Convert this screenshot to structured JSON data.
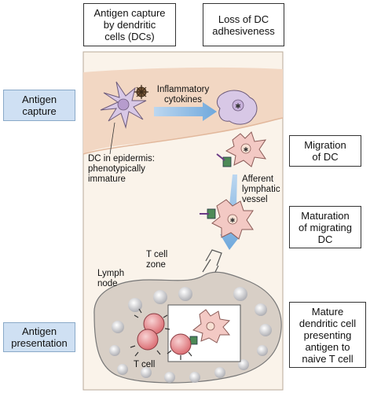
{
  "boxes": {
    "capture_by_dc": [
      "Antigen capture",
      "by dendritic",
      "cells (DCs)"
    ],
    "loss_adhesiveness": [
      "Loss of DC",
      "adhesiveness"
    ],
    "antigen_capture": [
      "Antigen",
      "capture"
    ],
    "migration": [
      "Migration",
      "of DC"
    ],
    "maturation": [
      "Maturation",
      "of migrating",
      "DC"
    ],
    "antigen_presentation": [
      "Antigen",
      "presentation"
    ],
    "mature_dc": [
      "Mature",
      "dendritic cell",
      "presenting",
      "antigen to",
      "naive T cell"
    ]
  },
  "labels": {
    "cytokines": [
      "Inflammatory",
      "cytokines"
    ],
    "dc_epidermis": [
      "DC in epidermis:",
      "phenotypically",
      "immature"
    ],
    "afferent": [
      "Afferent",
      "lymphatic",
      "vessel"
    ],
    "t_zone": [
      "T cell",
      "zone"
    ],
    "lymph_node": [
      "Lymph",
      "node"
    ],
    "t_cell": "T cell"
  },
  "colors": {
    "panel_bg": "#faf3ea",
    "epidermis": "#f2d7c3",
    "box_blue": "#cfe0f3",
    "arrow_blue": "#6fa8dc",
    "dc_purple": "#d8c8e6",
    "dc_pink": "#f3c9c4",
    "t_cell_red": "#e9999c",
    "node_fill": "#d8cfc6",
    "node_circle": "#c9c9cc"
  }
}
